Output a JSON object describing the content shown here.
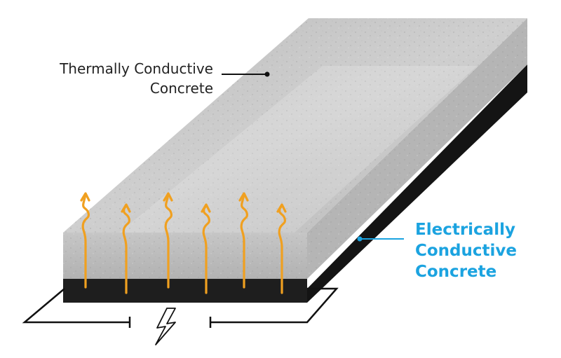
{
  "labels": {
    "thermal_line1": "Thermally Conductive",
    "thermal_line2": "Concrete",
    "electric_line1": "Electrically",
    "electric_line2": "Conductive",
    "electric_line3": "Concrete"
  },
  "colors": {
    "electric_label": "#1ba3e0",
    "heat_arrow": "#f0a020",
    "conductive_layer": "#1e1e1e",
    "concrete": "#c9c9c9"
  },
  "icons": {
    "power": "lightning-bolt-icon",
    "heat": "heat-wave-arrow-icon"
  }
}
